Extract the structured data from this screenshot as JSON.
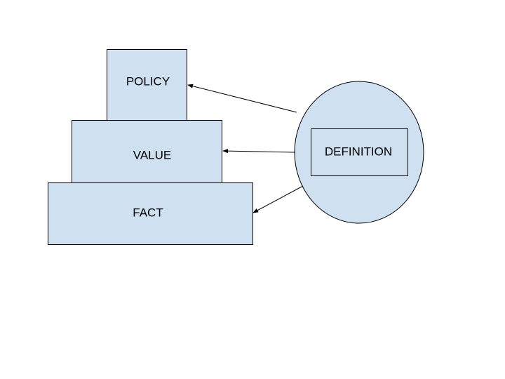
{
  "diagram": {
    "tiers": {
      "policy": "POLICY",
      "value": "VALUE",
      "fact": "FACT"
    },
    "definition": "DEFINITION"
  },
  "colors": {
    "shape_fill": "#cfe0f1",
    "stroke": "#000000",
    "background": "#ffffff"
  }
}
